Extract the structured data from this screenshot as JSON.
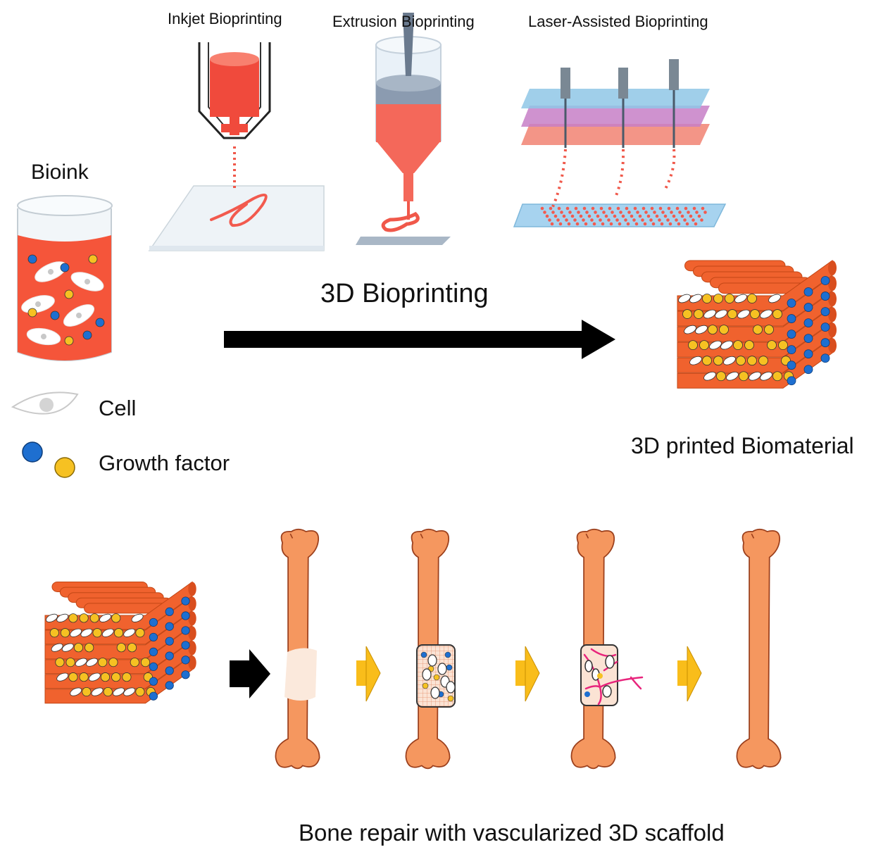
{
  "printing_methods": [
    {
      "label": "Inkjet Bioprinting"
    },
    {
      "label": "Extrusion Bioprinting"
    },
    {
      "label": "Laser-Assisted Bioprinting"
    }
  ],
  "bioink": {
    "label": "Bioink"
  },
  "process": {
    "label": "3D Bioprinting"
  },
  "product": {
    "label": "3D printed Biomaterial"
  },
  "legend": {
    "cell_label": "Cell",
    "growth_factor_label": "Growth factor"
  },
  "repair": {
    "caption": "Bone repair with vascularized 3D scaffold"
  },
  "colors": {
    "bioink": "#f5553a",
    "scaffold": "#f0622e",
    "bone": "#f5975f",
    "growth_factor_blue": "#1e6fd0",
    "growth_factor_yellow": "#f6c122",
    "vessel": "#e8247c",
    "defect": "#fbe9dc",
    "arrow_yellow": "#f9bd1a",
    "laser_layers": [
      "#8fc7e6",
      "#c77fc7",
      "#f28a7a"
    ]
  }
}
